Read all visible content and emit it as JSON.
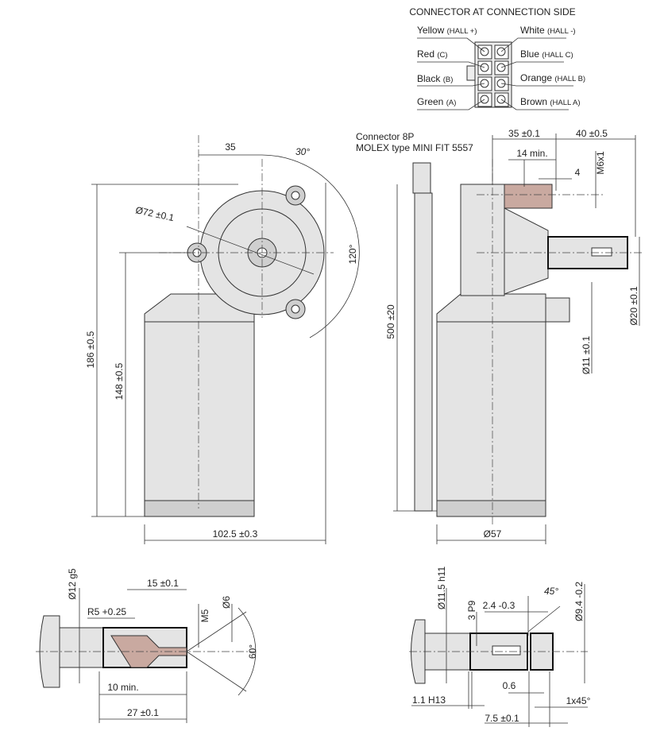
{
  "connector": {
    "title": "CONNECTOR AT CONNECTION SIDE",
    "pins_left": [
      {
        "color": "Yellow",
        "signal": "(HALL +)"
      },
      {
        "color": "Red",
        "signal": "(C)"
      },
      {
        "color": "Black",
        "signal": "(B)"
      },
      {
        "color": "Green",
        "signal": "(A)"
      }
    ],
    "pins_right": [
      {
        "color": "White",
        "signal": "(HALL -)"
      },
      {
        "color": "Blue",
        "signal": "(HALL C)"
      },
      {
        "color": "Orange",
        "signal": "(HALL B)"
      },
      {
        "color": "Brown",
        "signal": "(HALL A)"
      }
    ],
    "type_line1": "Connector 8P",
    "type_line2": "MOLEX type MINI FIT 5557"
  },
  "front_view": {
    "dim_35": "35",
    "angle_30": "30°",
    "dia_72": "Ø72 ±0.1",
    "angle_120": "120°",
    "height_186": "186 ±0.5",
    "height_148": "148 ±0.5",
    "width_102": "102.5 ±0.3"
  },
  "side_view": {
    "dim_35": "35 ±0.1",
    "dim_40": "40 ±0.5",
    "dim_14": "14 min.",
    "dim_4": "4",
    "thread": "M6x1",
    "cable_500": "500 ±20",
    "dia_57": "Ø57",
    "dia_20": "Ø20 ±0.1",
    "dia_11": "Ø11 ±0.1"
  },
  "shaft_detail_left": {
    "dia_12": "Ø12 g5",
    "dim_15": "15 ±0.1",
    "radius": "R5 +0.25",
    "thread": "M5",
    "dia_6": "Ø6",
    "angle_60": "60°",
    "dim_10": "10 min.",
    "dim_27": "27 ±0.1"
  },
  "shaft_detail_right": {
    "dia_115": "Ø11.5 h11",
    "key_3": "3 P9",
    "dim_24": "2.4 -0.3",
    "angle_45": "45°",
    "dia_94": "Ø9.4 -0.2",
    "dim_06": "0.6",
    "dim_11": "1.1 H13",
    "chamfer": "1x45°",
    "dim_75": "7.5 ±0.1"
  }
}
